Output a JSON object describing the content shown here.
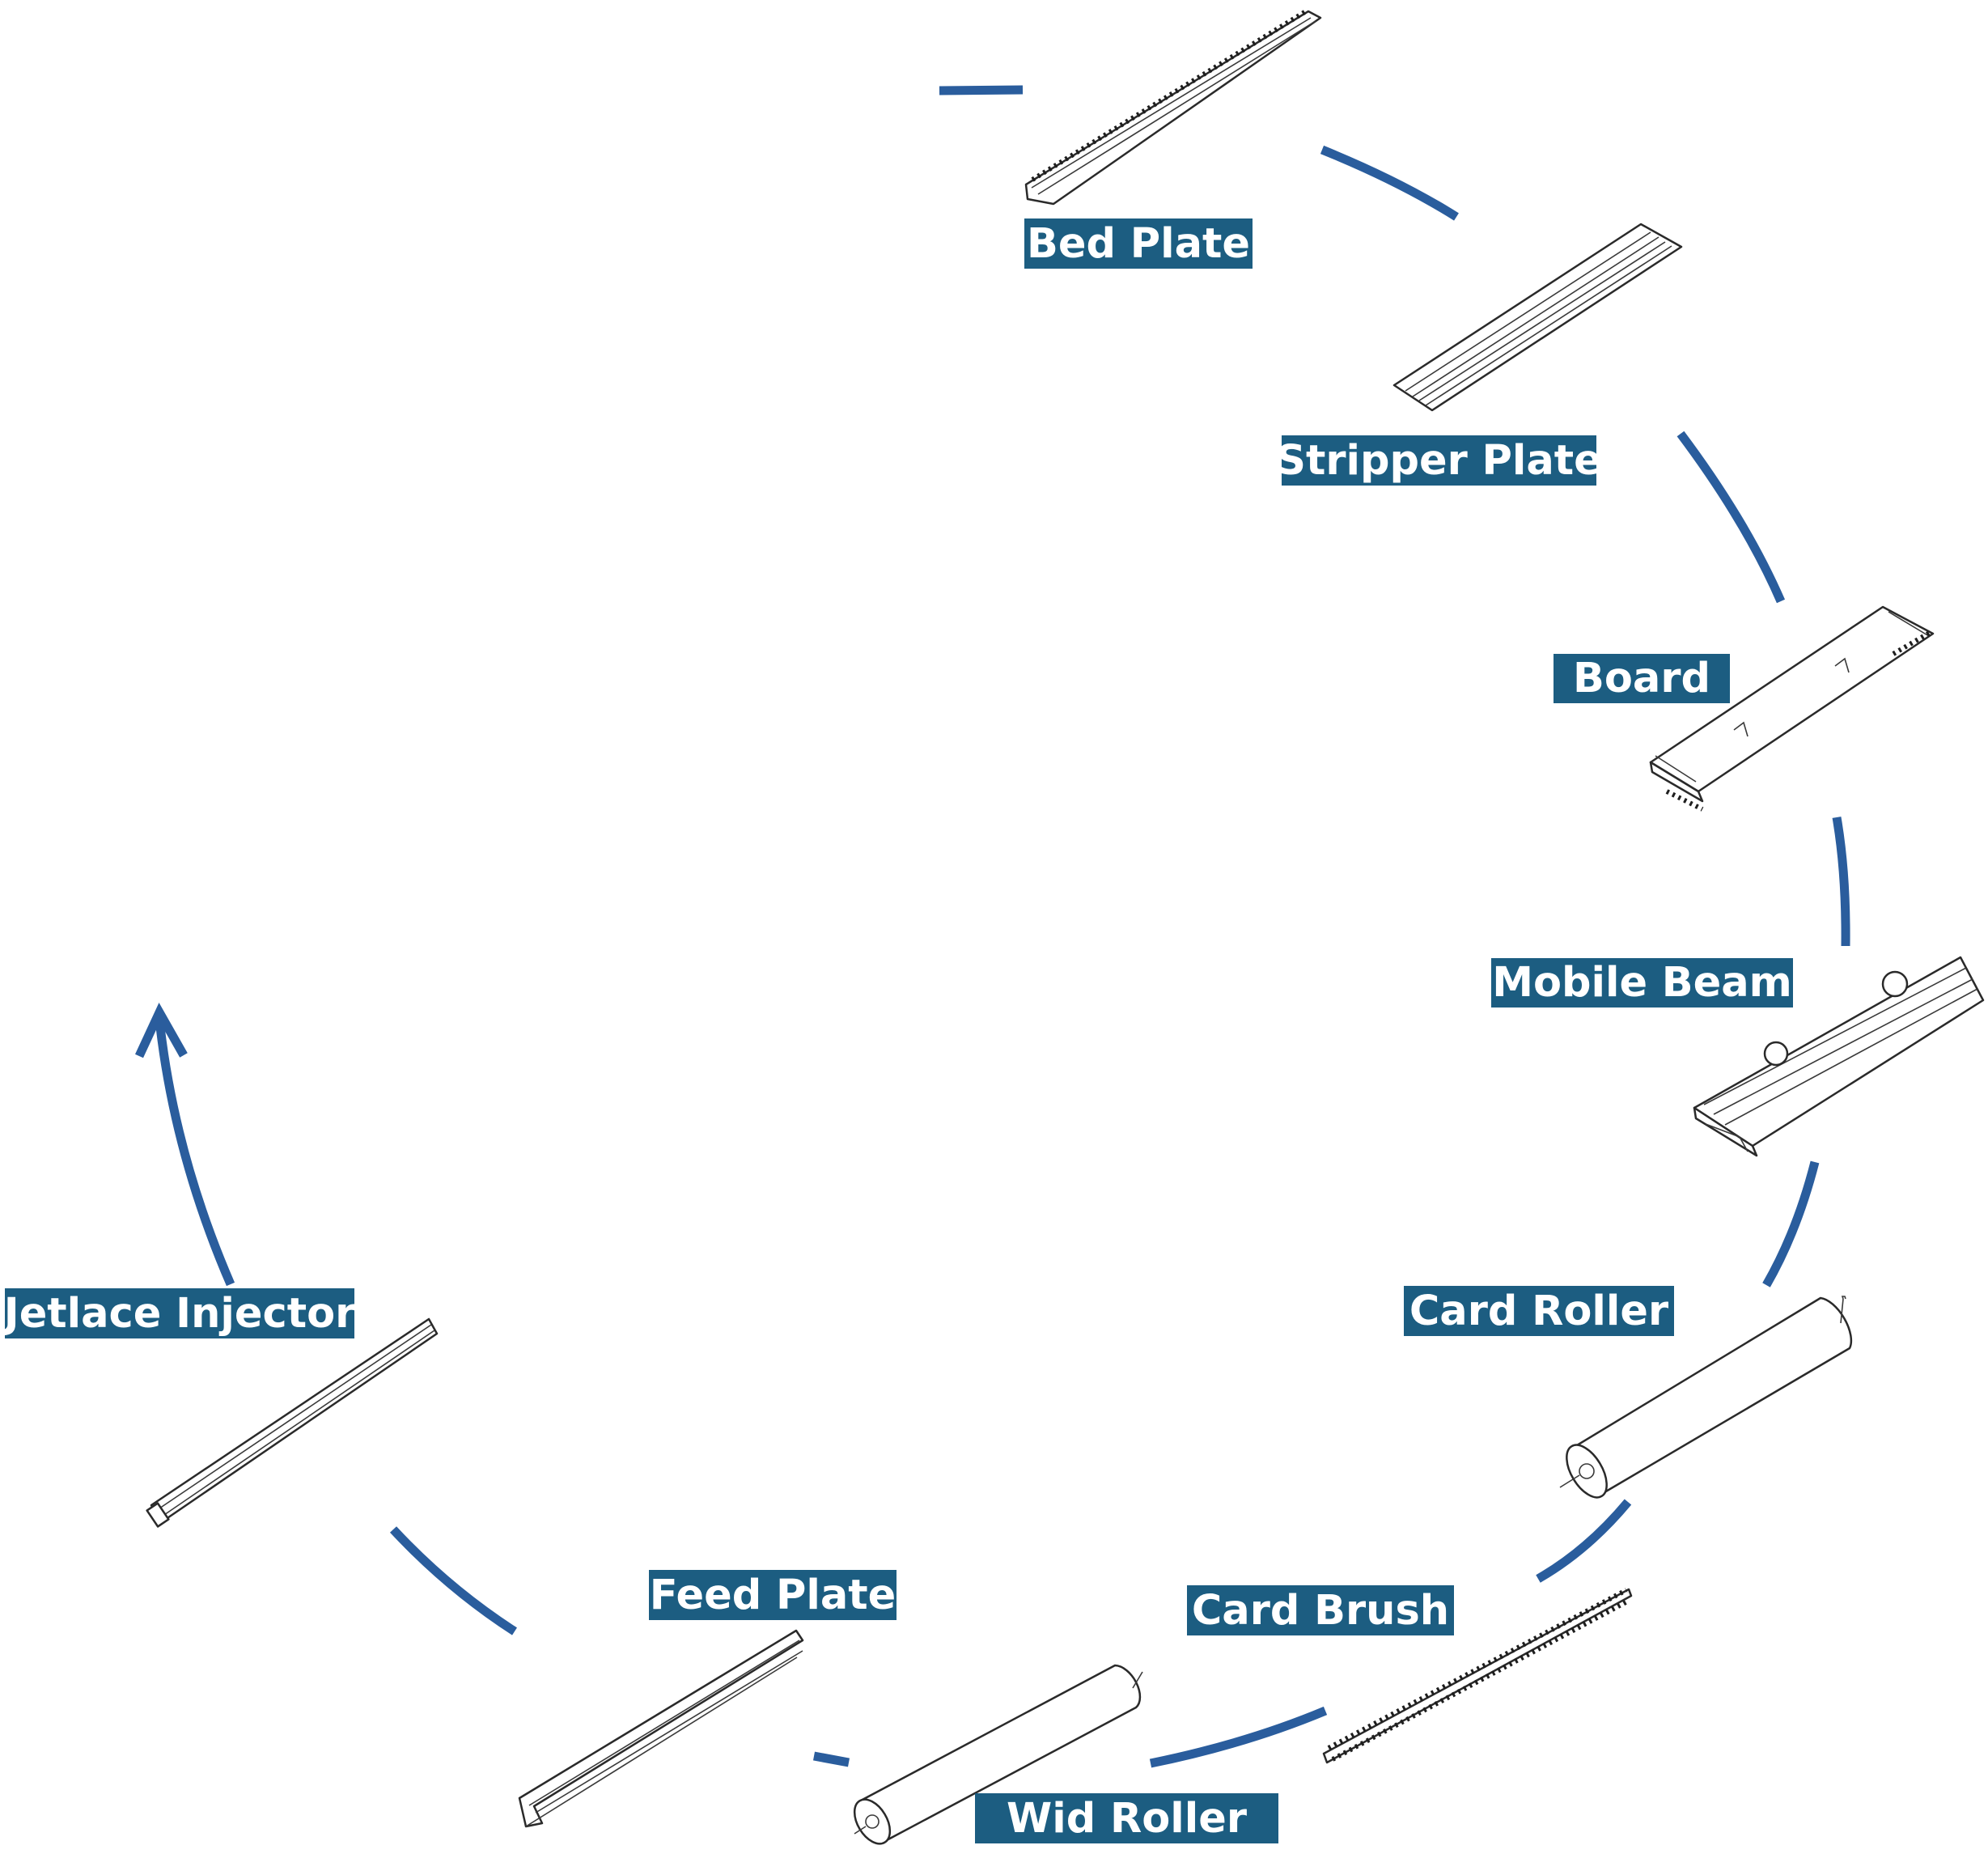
{
  "colors": {
    "arrow": "#2a5d9d",
    "label_bg": "#1c5d81",
    "label_text": "#ffffff",
    "drawing": "#2a2a2a"
  },
  "labels": {
    "bed_plate": "Bed Plate",
    "stripper_plate": "Stripper Plate",
    "board": "Board",
    "mobile_beam": "Mobile Beam",
    "card_roller": "Card Roller",
    "card_brush": "Card Brush",
    "wid_roller": "Wid Roller",
    "feed_plate": "Feed Plate",
    "jetlace_injector": "Jetlace Injector"
  },
  "icons": [
    "bed-plate-drawing",
    "stripper-plate-drawing",
    "board-drawing",
    "mobile-beam-drawing",
    "card-roller-drawing",
    "card-brush-drawing",
    "wid-roller-drawing",
    "feed-plate-drawing",
    "jetlace-injector-drawing",
    "cycle-arrow-head-icon"
  ]
}
